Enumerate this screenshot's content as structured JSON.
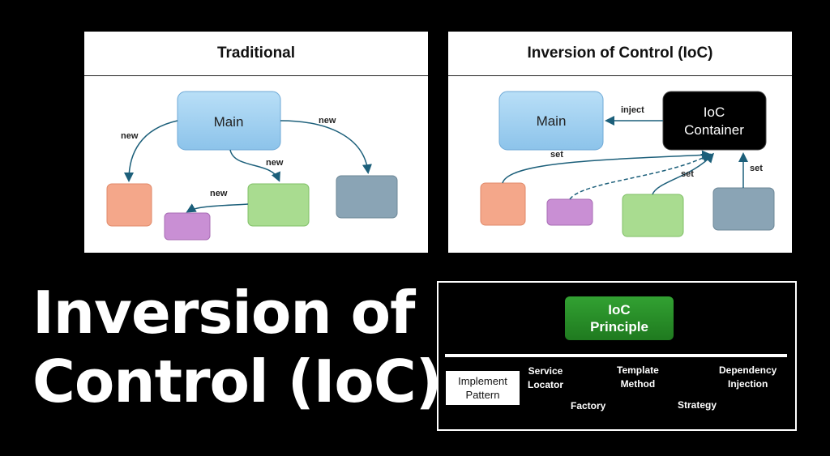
{
  "traditional": {
    "title": "Traditional",
    "main_label": "Main",
    "new_label_1": "new",
    "new_label_2": "new",
    "new_label_3": "new",
    "new_label_4": "new"
  },
  "ioc": {
    "title": "Inversion of Control (IoC)",
    "main_label": "Main",
    "container_line1": "IoC",
    "container_line2": "Container",
    "inject_label": "inject",
    "set_label_1": "set",
    "set_label_2": "set",
    "set_label_3": "set"
  },
  "headline": {
    "line1": "Inversion of",
    "line2": "Control (IoC)"
  },
  "principle": {
    "button_line1": "IoC",
    "button_line2": "Principle",
    "implement_line1": "Implement",
    "implement_line2": "Pattern",
    "patterns": {
      "service_locator_1": "Service",
      "service_locator_2": "Locator",
      "template_method_1": "Template",
      "template_method_2": "Method",
      "dependency_injection_1": "Dependency",
      "dependency_injection_2": "Injection",
      "factory": "Factory",
      "strategy": "Strategy"
    }
  },
  "colors": {
    "main_box": "#a6d3f2",
    "orange_box": "#f4a78a",
    "purple_box": "#c98fd4",
    "green_box": "#a9dc90",
    "gray_box": "#8aa4b5",
    "arrow": "#1c5f7a",
    "principle_green": "#2a8f2a"
  }
}
